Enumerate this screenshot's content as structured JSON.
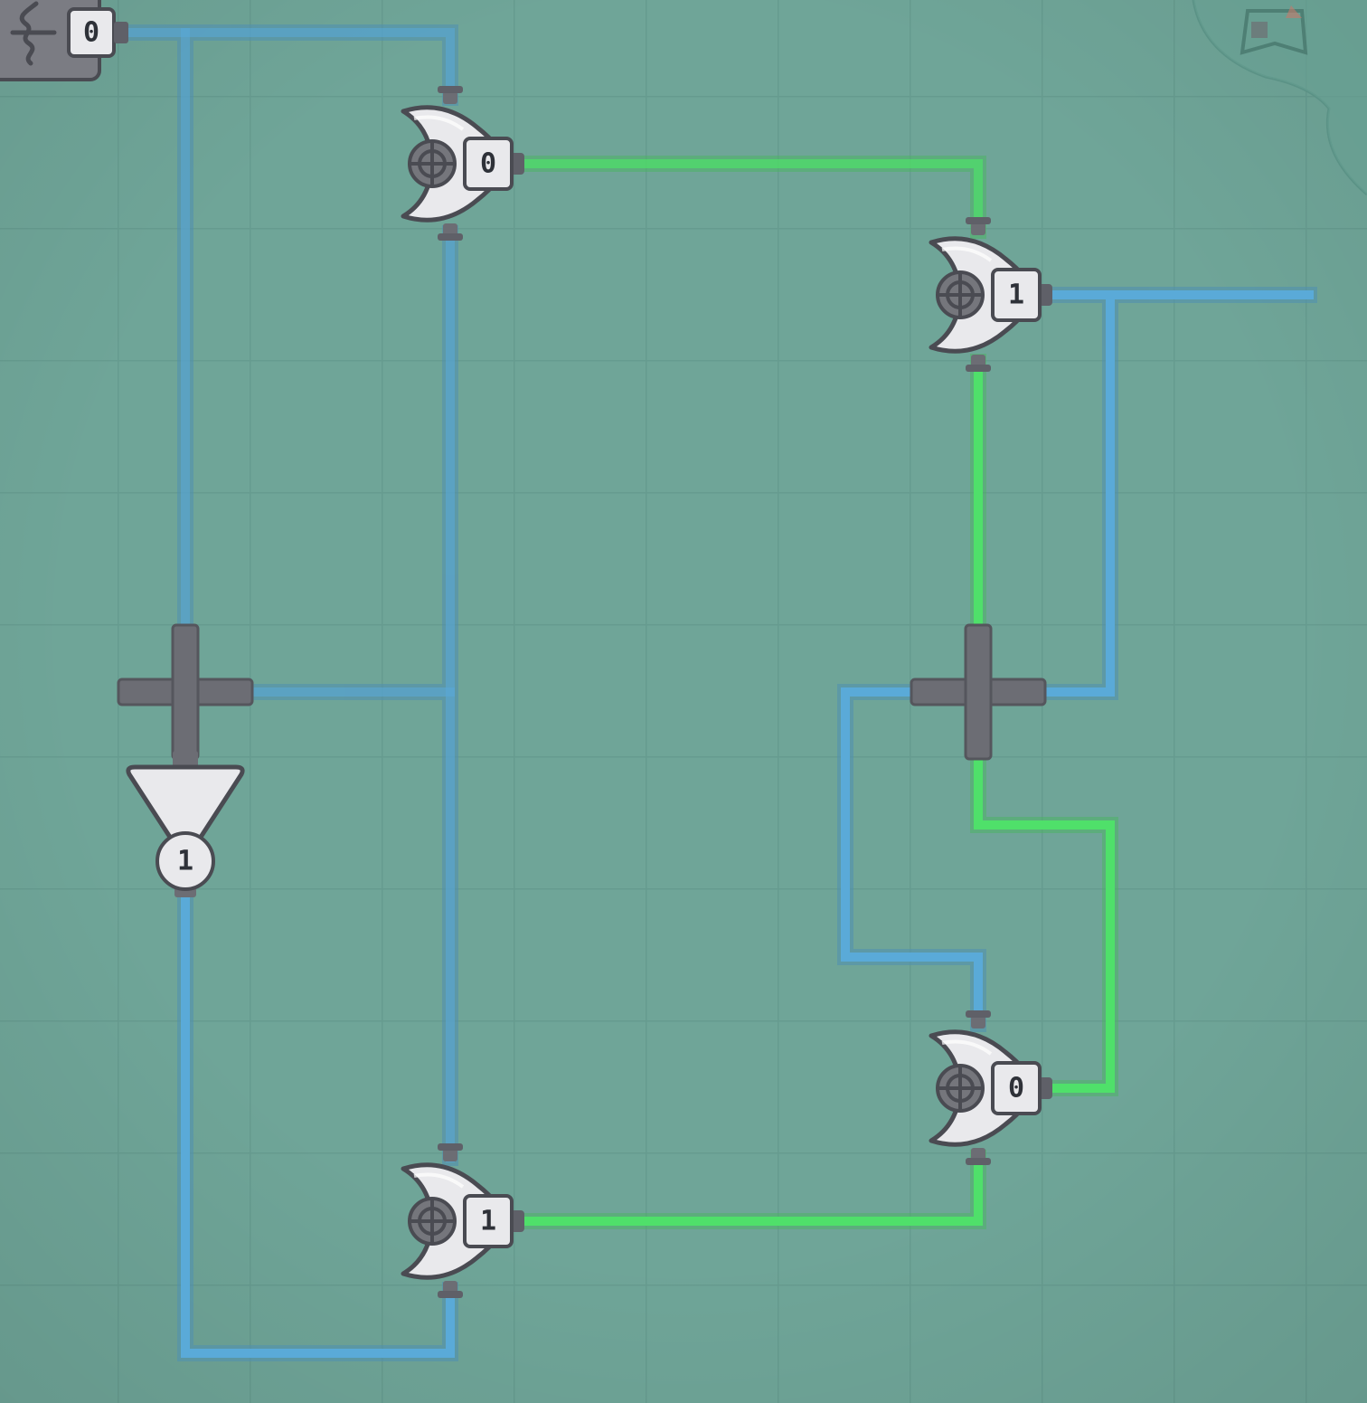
{
  "level": {
    "colors": {
      "background": "#6fa598",
      "grid_line": "#5f9386",
      "wire_off": "#5aaad8",
      "wire_on": "#4fe06a",
      "part_body": "#e9e9ec",
      "part_dark": "#6c6d74",
      "part_outline": "#4a4b52"
    },
    "source": {
      "label": "0",
      "icon": "waveform-icon"
    },
    "gates": [
      {
        "id": "gate-top",
        "value": "0",
        "icon": "crosshair-icon"
      },
      {
        "id": "gate-right-top",
        "value": "1",
        "icon": "crosshair-icon"
      },
      {
        "id": "gate-right-bottom",
        "value": "0",
        "icon": "crosshair-icon"
      },
      {
        "id": "gate-bottom",
        "value": "1",
        "icon": "crosshair-icon"
      }
    ],
    "funnel": {
      "value": "1",
      "icon": "funnel-icon"
    },
    "crossings": [
      {
        "id": "crossing-left",
        "icon": "cross-junction-icon"
      },
      {
        "id": "crossing-right",
        "icon": "cross-junction-icon"
      }
    ],
    "corner_decoration": {
      "icon": "corner-emblem-icon"
    }
  }
}
